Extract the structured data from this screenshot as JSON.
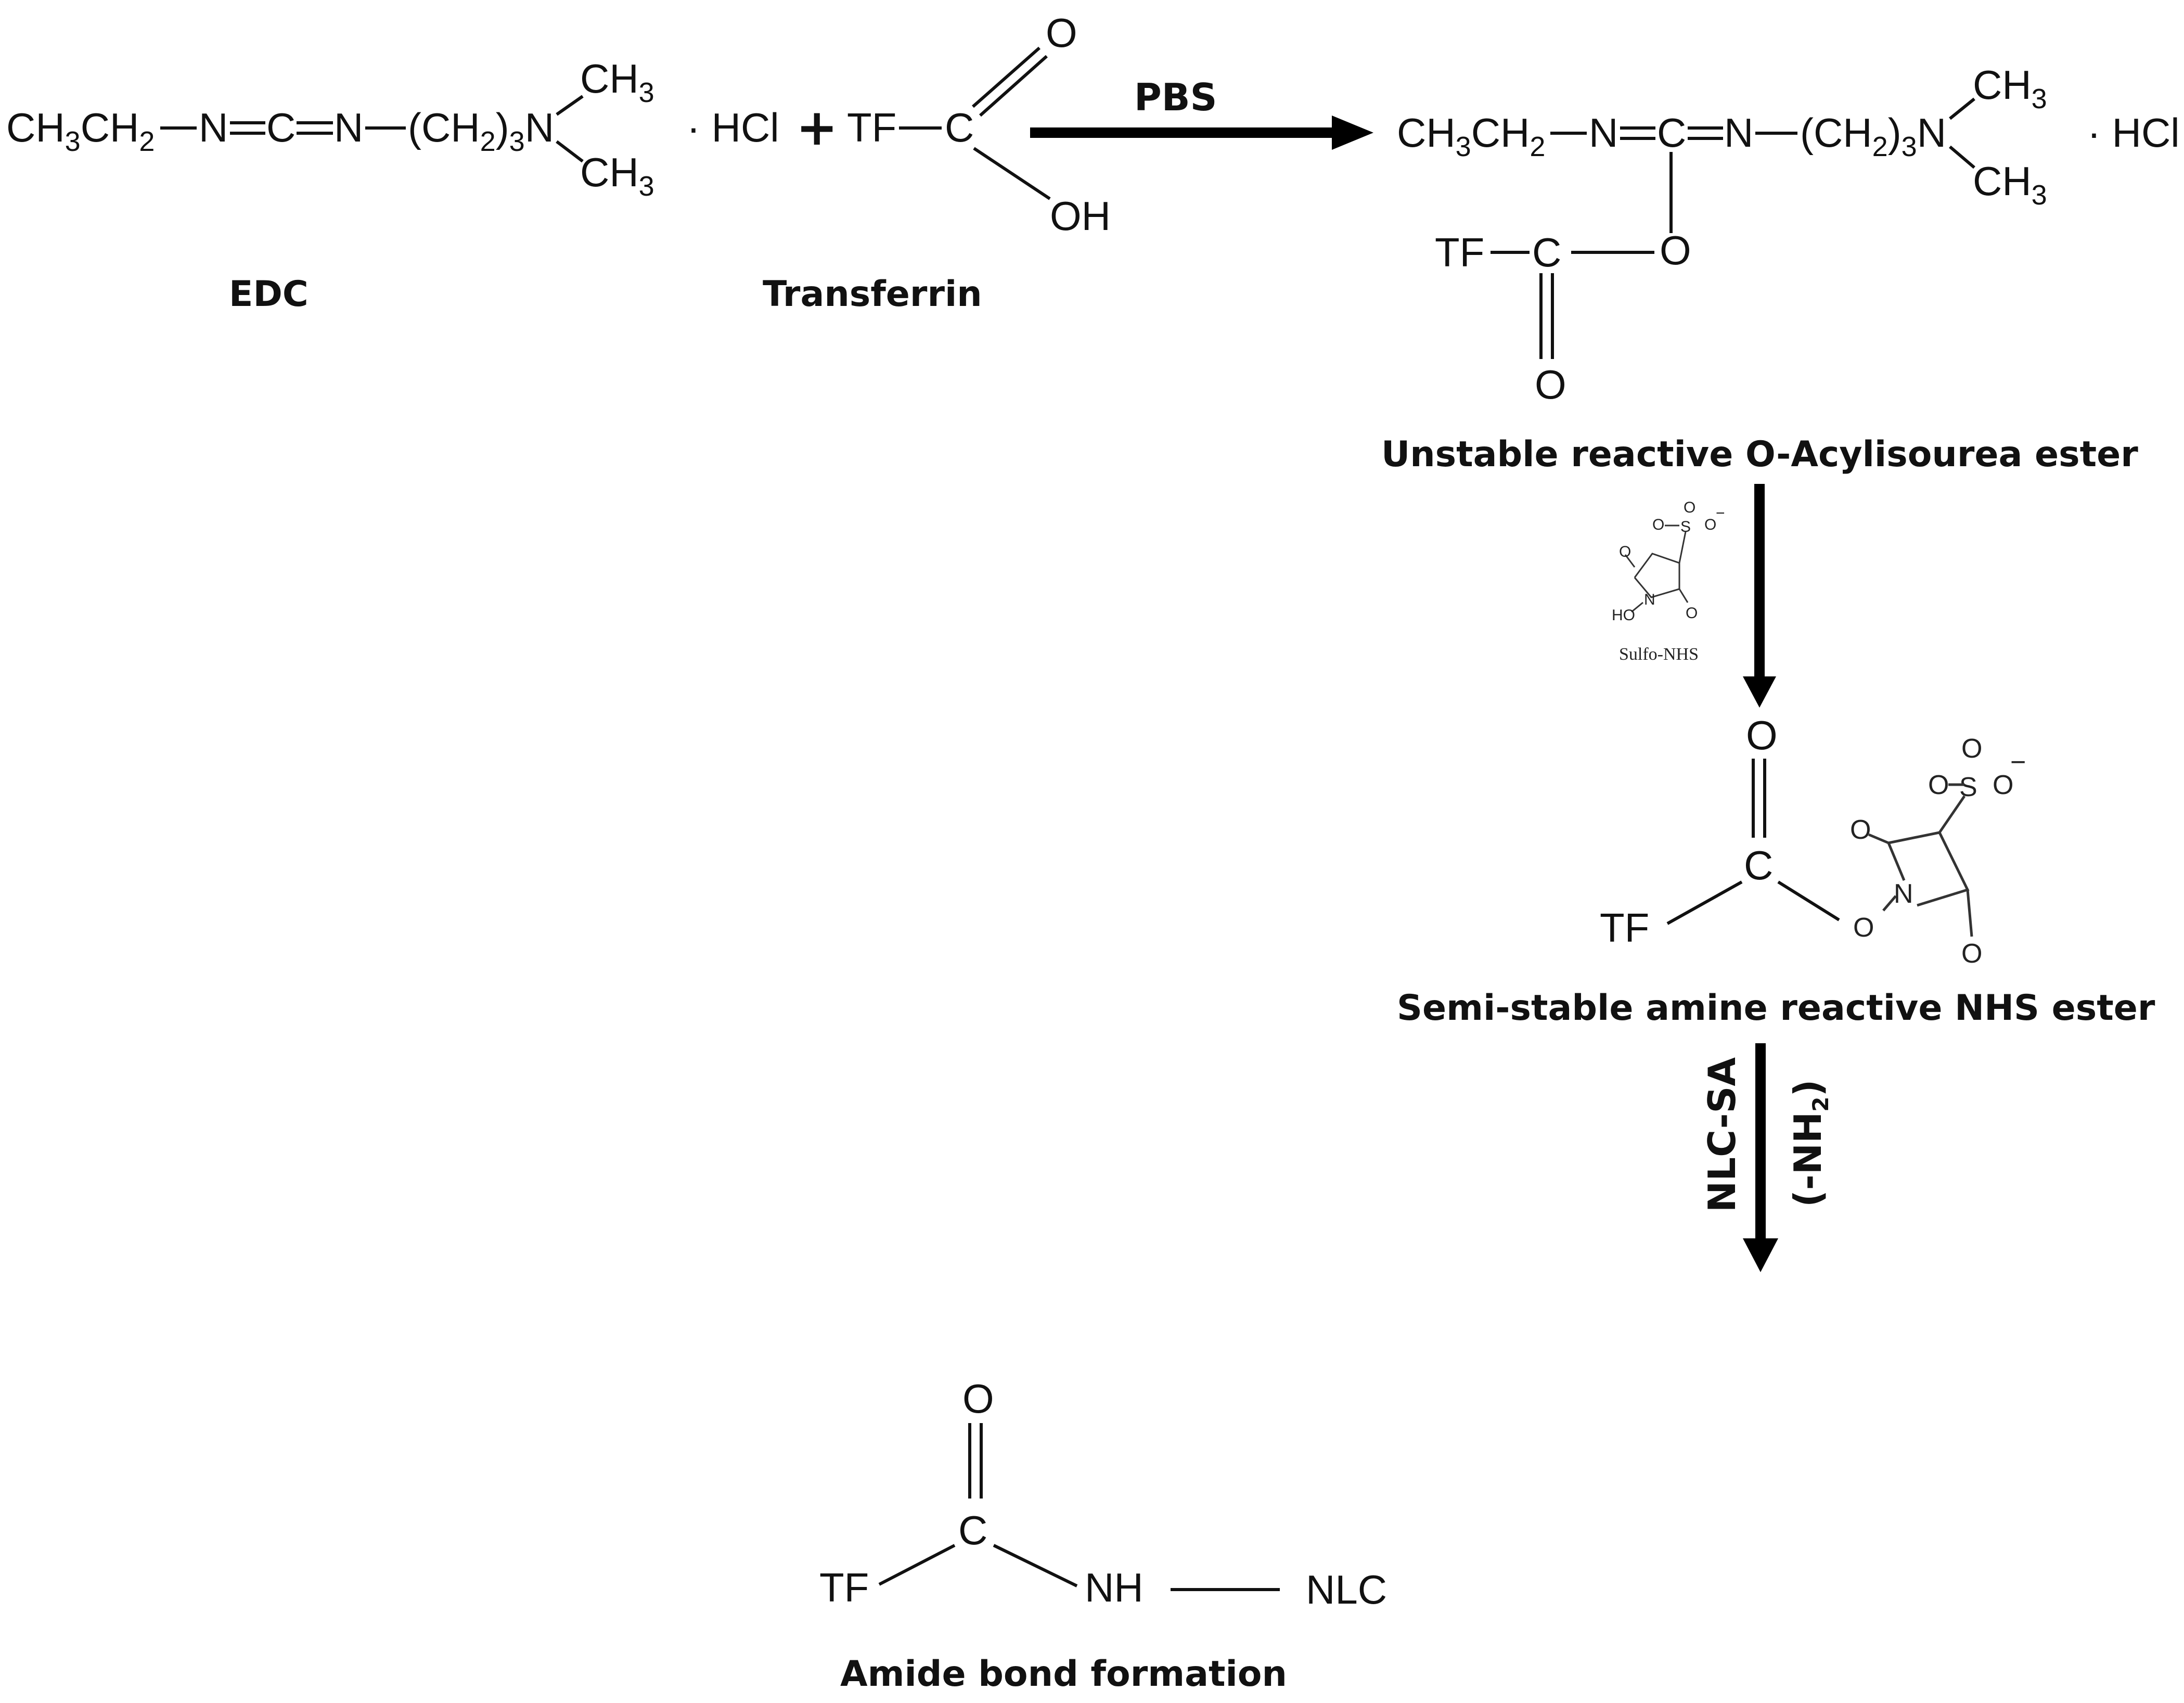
{
  "edc": {
    "formula_parts": [
      "CH",
      "3",
      "CH",
      "2",
      "N",
      "=",
      "C",
      "=",
      "N",
      "(CH",
      "2",
      ")",
      "3",
      "N",
      "CH",
      "3",
      "CH",
      "3"
    ],
    "salt": "· HCl",
    "label": "EDC"
  },
  "plus": "+",
  "transferrin": {
    "tf": "TF",
    "c": "C",
    "o": "O",
    "oh": "OH",
    "label": "Transferrin"
  },
  "step1": {
    "condition": "PBS"
  },
  "intermediate": {
    "salt": "· HCl",
    "tf": "TF",
    "c": "C",
    "o_bridge": "O",
    "o_carbonyl": "O",
    "label": "Unstable reactive O-Acylisourea ester"
  },
  "step2": {
    "reagent_name": "Sulfo-NHS",
    "reagent_atoms": {
      "o1": "O",
      "s": "S",
      "o2": "O",
      "o3": "O",
      "minus": "−",
      "ho": "HO",
      "n": "N",
      "o4": "O",
      "o5": "O"
    }
  },
  "nhs_ester": {
    "o_top": "O",
    "c": "C",
    "tf": "TF",
    "o_link": "O",
    "n": "N",
    "s": "S",
    "o1": "O",
    "o2": "O",
    "o3": "O",
    "minus": "−",
    "o_ring1": "O",
    "o_ring2": "O",
    "label": "Semi-stable amine reactive NHS ester"
  },
  "step3": {
    "reagent": "NLC-SA",
    "group": "(-NH",
    "group_sub": "2",
    "group_close": ")"
  },
  "product": {
    "o": "O",
    "c": "C",
    "tf": "TF",
    "nh": "NH",
    "nlc": "NLC",
    "label": "Amide bond formation"
  }
}
